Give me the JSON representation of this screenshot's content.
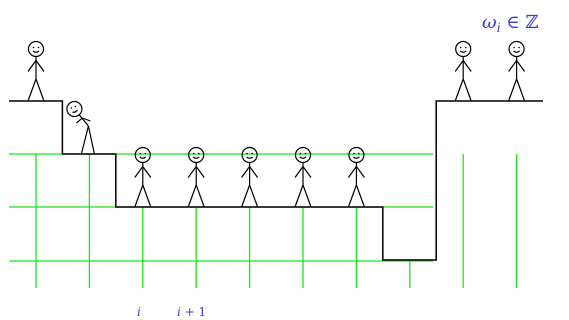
{
  "formula": {
    "omega": "ω",
    "sub": "i",
    "in": " ∈ ",
    "Z": "ℤ"
  },
  "labels": {
    "i": "i",
    "i1_var": "i",
    "i1_rest": " + 1"
  },
  "colors": {
    "grid": "#19e619",
    "line": "#000000",
    "math": "#3a3ad6"
  },
  "heights": [
    1,
    0,
    -1,
    -1,
    -1,
    -1,
    -1,
    -2,
    1,
    1
  ],
  "figures": [
    "standing",
    "tilted",
    "standing",
    "standing",
    "standing",
    "standing",
    "standing",
    "hidden",
    "standing",
    "standing"
  ]
}
